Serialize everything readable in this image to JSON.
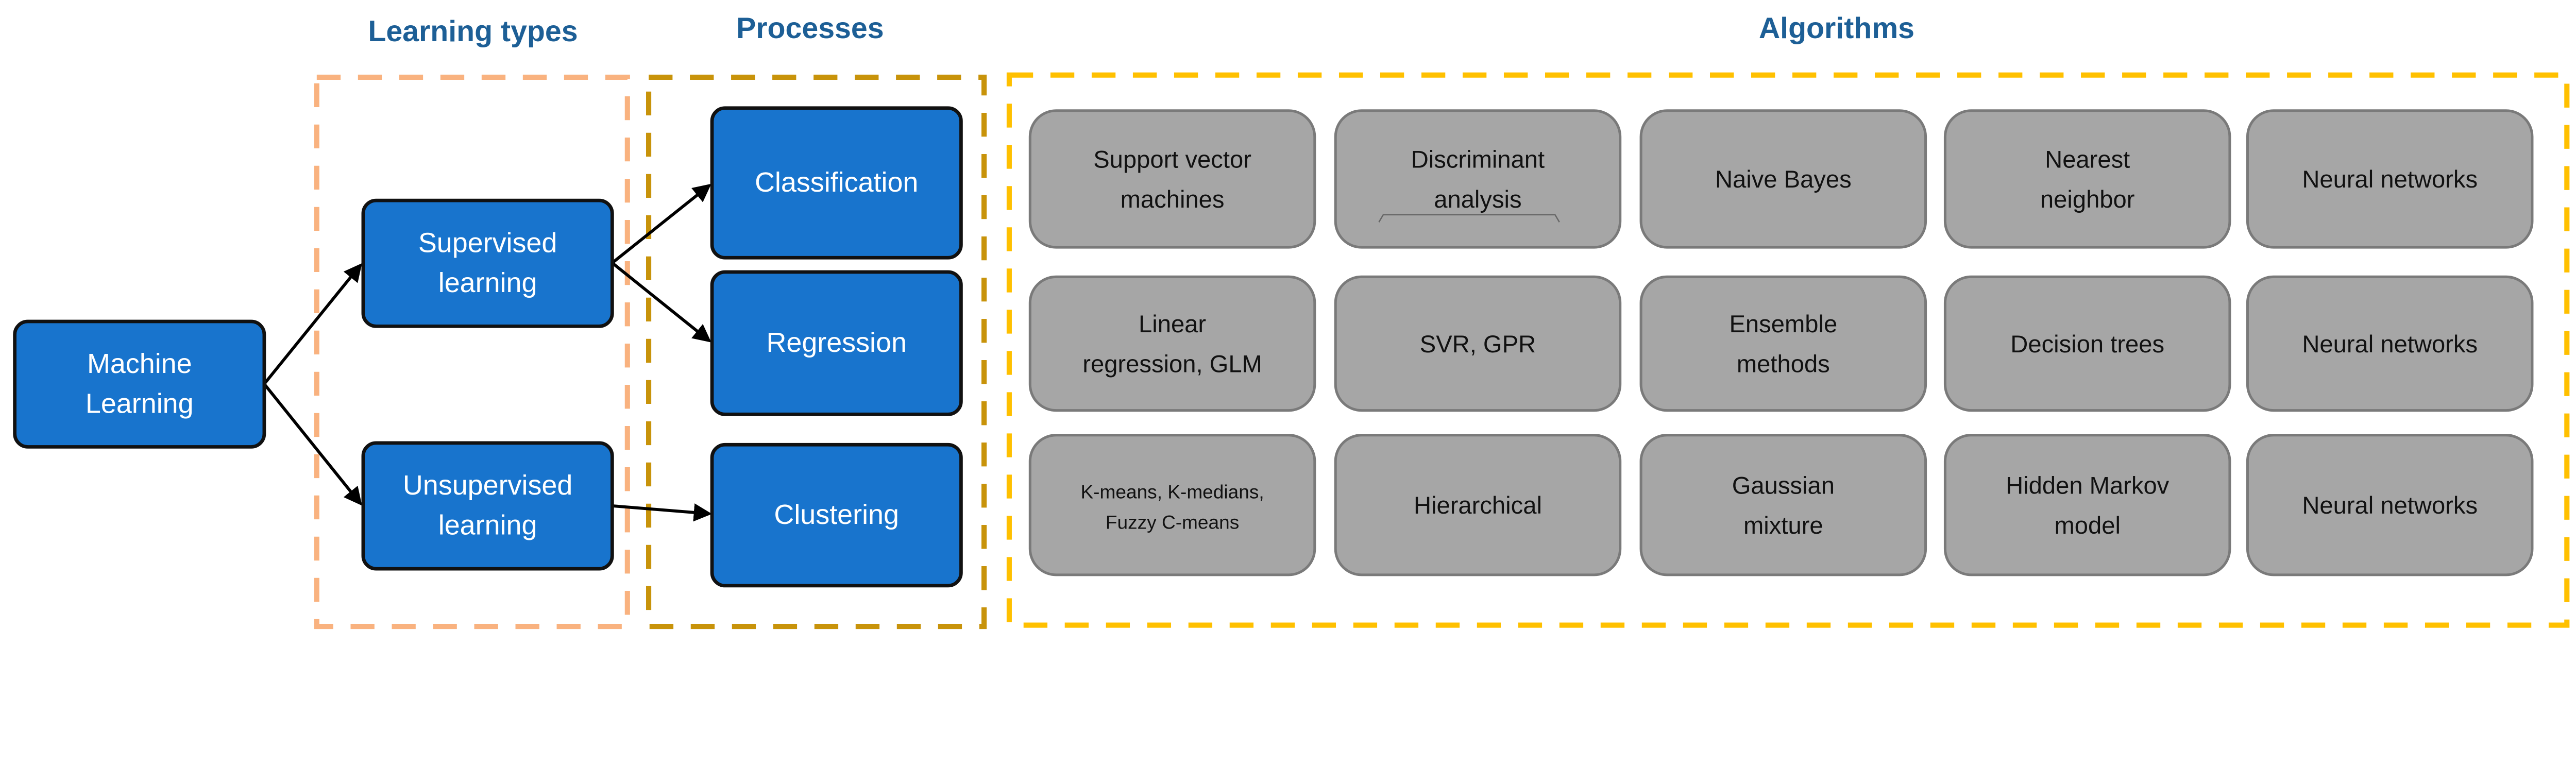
{
  "titles": {
    "learning_types": "Learning types",
    "processes": "Processes",
    "algorithms": "Algorithms"
  },
  "root": {
    "lines": [
      "Machine",
      "Learning"
    ]
  },
  "learning_types": [
    {
      "lines": [
        "Supervised",
        "learning"
      ]
    },
    {
      "lines": [
        "Unsupervised",
        "learning"
      ]
    }
  ],
  "processes": [
    {
      "lines": [
        "Classification"
      ]
    },
    {
      "lines": [
        "Regression"
      ]
    },
    {
      "lines": [
        "Clustering"
      ]
    }
  ],
  "algorithms": [
    [
      {
        "lines": [
          "Support vector",
          "machines"
        ]
      },
      {
        "lines": [
          "Discriminant",
          "analysis"
        ]
      },
      {
        "lines": [
          "Naive Bayes"
        ]
      },
      {
        "lines": [
          "Nearest",
          "neighbor"
        ]
      },
      {
        "lines": [
          "Neural networks"
        ]
      }
    ],
    [
      {
        "lines": [
          "Linear",
          "regression, GLM"
        ]
      },
      {
        "lines": [
          "SVR, GPR"
        ]
      },
      {
        "lines": [
          "Ensemble",
          "methods"
        ]
      },
      {
        "lines": [
          "Decision trees"
        ]
      },
      {
        "lines": [
          "Neural networks"
        ]
      }
    ],
    [
      {
        "lines": [
          "K-means, K-medians,",
          "Fuzzy C-means"
        ]
      },
      {
        "lines": [
          "Hierarchical"
        ]
      },
      {
        "lines": [
          "Gaussian",
          "mixture"
        ]
      },
      {
        "lines": [
          "Hidden Markov",
          "model"
        ]
      },
      {
        "lines": [
          "Neural networks"
        ]
      }
    ]
  ],
  "colors": {
    "box_blue": "#1874cd",
    "box_gray": "#a6a6a6",
    "learning_types_border": "#f9b27f",
    "processes_border": "#c8930a",
    "algorithms_border": "#ffc000",
    "title_text": "#1d5f96"
  }
}
